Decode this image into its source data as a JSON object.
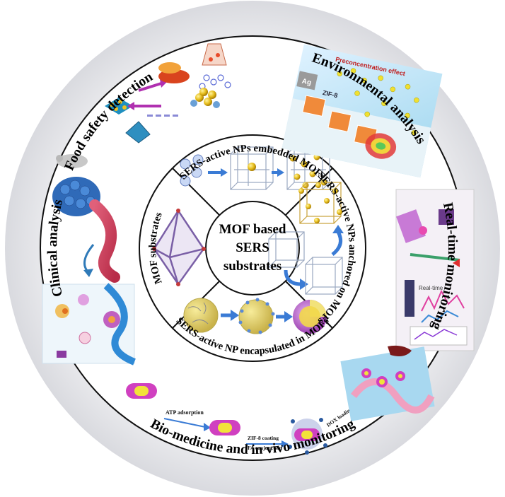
{
  "center": {
    "line1": "MOF based",
    "line2": "SERS",
    "line3": "substrates"
  },
  "inner_ring": {
    "top": "SERS-active NPs embedded MOFs",
    "right": "SERS-active NPs anchored on MOFs",
    "bottom": "SERS-active NP encapsulated in MOFs",
    "left": "MOF substrates"
  },
  "outer_ring": {
    "food": "Food safety detection",
    "environmental": "Environmental analysis",
    "realtime": "Real-time monitoring",
    "biomed": "Bio-medicine and in vivo monitoring",
    "clinical": "Clinical analysis"
  },
  "illustration_labels": {
    "precon": "Preconcentration effect",
    "zif8": "ZIF-8",
    "ag": "Ag",
    "atp": "ATP adsorption",
    "zif_coating": "ZIF-8 coating",
    "fa": "FA conjunction",
    "dox": "DOX loading",
    "realtime": "Real-time"
  },
  "colors": {
    "accent_purple": "#9b3fb0",
    "gold": "#e8c21a",
    "ring_line": "#000000"
  }
}
